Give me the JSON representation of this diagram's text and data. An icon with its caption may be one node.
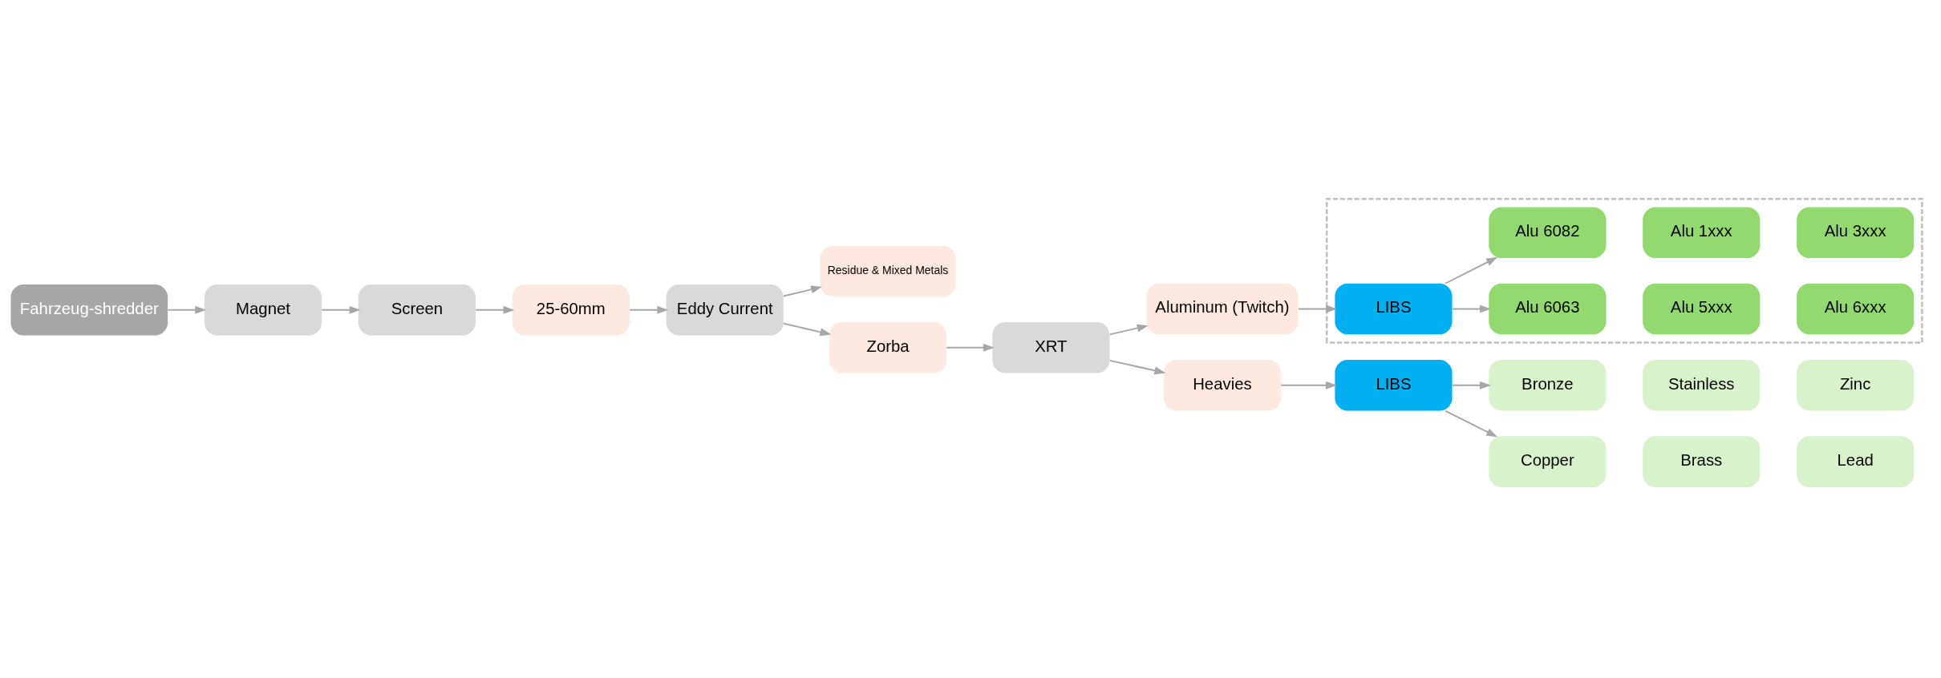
{
  "diagram": {
    "nodes": [
      {
        "text": [
          "Fahrzeug-shredder"
        ]
      },
      {
        "text": [
          "Magnet"
        ]
      },
      {
        "text": [
          "Screen"
        ]
      },
      {
        "text": [
          "25-60mm"
        ]
      },
      {
        "text": [
          "Eddy Current"
        ]
      },
      {
        "text": [
          "Residue & Mixed Metals"
        ]
      },
      {
        "text": [
          "XRT"
        ]
      },
      {
        "text": [
          "Zorba"
        ]
      },
      {
        "text": [
          "Aluminum (Twitch)"
        ]
      },
      {
        "text": [
          "Heavies"
        ]
      },
      {
        "text": [],
        "shape": "box"
      },
      {
        "text": [
          "LIBS"
        ],
        "in": 10
      },
      {
        "text": [
          "Alu 6063"
        ],
        "in": 10
      },
      {
        "text": [
          "Alu 5xxx"
        ],
        "in": 10
      },
      {
        "text": [
          "Alu 6xxx"
        ],
        "in": 10
      },
      {
        "text": [
          "Alu 6082"
        ],
        "in": 10
      },
      {
        "text": [
          "Alu 1xxx"
        ],
        "in": 10
      },
      {
        "text": [
          "Alu 3xxx"
        ],
        "in": 10
      },
      {
        "text": [
          "LIBS"
        ]
      },
      {
        "text": [
          "Bronze"
        ]
      },
      {
        "text": [
          "Stainless"
        ]
      },
      {
        "text": [
          "Zinc"
        ]
      },
      {
        "text": [
          "Copper"
        ]
      },
      {
        "text": [
          "Brass"
        ]
      },
      {
        "text": [
          "Lead"
        ]
      }
    ],
    "edges": [
      {
        "from": 0,
        "to": 1,
        "arrow": "to"
      },
      {
        "from": 1,
        "to": 2,
        "arrow": "to"
      },
      {
        "from": 2,
        "to": 3,
        "arrow": "to"
      },
      {
        "from": 3,
        "to": 4,
        "arrow": "to"
      },
      {
        "from": 4,
        "to": 5,
        "arrow": "to"
      },
      {
        "from": 4,
        "to": 7,
        "arrow": "to"
      },
      {
        "from": 7,
        "to": 6,
        "arrow": "to"
      },
      {
        "from": 6,
        "to": 8,
        "arrow": "to"
      },
      {
        "from": 6,
        "to": 9,
        "arrow": "to"
      },
      {
        "from": 8,
        "to": 11,
        "arrow": "to"
      },
      {
        "from": 11,
        "to": 12,
        "arrow": "to"
      },
      {
        "from": 11,
        "to": 15,
        "arrow": "to"
      },
      {
        "from": 9,
        "to": 18,
        "arrow": "to"
      },
      {
        "from": 18,
        "to": 19,
        "arrow": "to"
      },
      {
        "from": 18,
        "to": 22,
        "arrow": "to"
      }
    ]
  }
}
